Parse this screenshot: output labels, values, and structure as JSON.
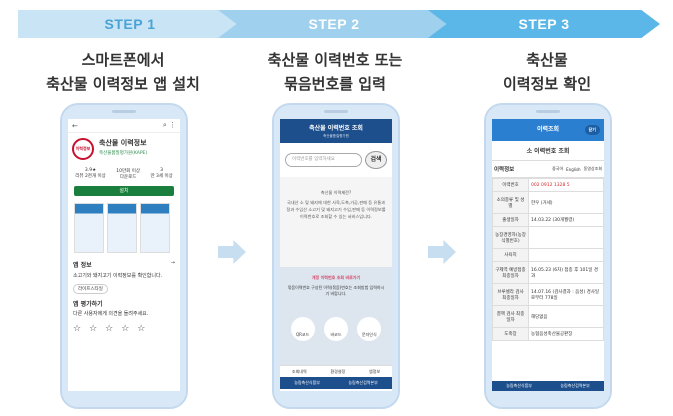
{
  "steps": [
    {
      "label": "STEP 1",
      "caption_line1": "스마트폰에서",
      "caption_line2": "축산물 이력정보 앱 설치"
    },
    {
      "label": "STEP 2",
      "caption_line1": "축산물 이력번호 또는",
      "caption_line2": "묶음번호를 입력"
    },
    {
      "label": "STEP 3",
      "caption_line1": "축산물",
      "caption_line2": "이력정보 확인"
    }
  ],
  "phone1": {
    "logo_text": "이력정보",
    "app_name": "축산물 이력정보",
    "publisher": "축산물품질평가원(KAPE)",
    "stats": [
      {
        "value": "3.9★",
        "label": "리뷰 2천개 이상"
      },
      {
        "value": "10만회 이상",
        "label": "다운로드"
      },
      {
        "value": "3",
        "label": "만 3세 이상"
      }
    ],
    "install_label": "설치",
    "app_info_title": "앱 정보",
    "app_info_desc": "소고기와 돼지고기 이력정보를 확인합니다.",
    "category_chip": "라이프스타일",
    "rate_title": "앱 평가하기",
    "rate_desc": "다른 사용자에게 의견을 들려주세요."
  },
  "phone2": {
    "title": "축산물 이력번호 조회",
    "subtitle": "축산물품질평가원",
    "search_placeholder": "이력번호를 입력하세요",
    "search_button": "검색",
    "intro_title": "축산물 이력제란?",
    "intro_text": "국내산 소 및 돼지에 대한 사육,도축,가공,판매 등 유통과정과 수입산 소고기 및 돼지고기 수입,판매 등 이력정보를 이력번호로 조회할 수 있는 서비스입니다.",
    "panel_title": "개정 이력번호 조회 바로가기",
    "panel_text": "묶음이력번호 구성된 이력(묶음)번호는 조회방법 입력하시기 바랍니다.",
    "icons": [
      "QR코드",
      "바코드",
      "문자인식"
    ],
    "nav": [
      "조회내역",
      "환경설정",
      "앱정보"
    ],
    "footer": [
      "농림축산식품부",
      "농림축산검역본부"
    ]
  },
  "phone3": {
    "title": "이력조회",
    "close_label": "닫기",
    "sub_title": "소 이력번호 조회",
    "tab_title": "이력정보",
    "tabs": [
      "중국어",
      "English",
      "동영상조회"
    ],
    "rows": [
      {
        "k": "이력번호",
        "v": "002 0912 1328 5",
        "accent": "#d62b2b"
      },
      {
        "k": "소의종류 및 성별",
        "v": "한우 (거세)"
      },
      {
        "k": "출생일자",
        "v": "14.03.22 (30개월령)"
      },
      {
        "k": "농장경영자(농장식별번호)",
        "v": ""
      },
      {
        "k": "사육지",
        "v": ""
      },
      {
        "k": "구제역 예방접종 최종일자",
        "v": "16.05.23 (6차) 접종 후 101일 경과"
      },
      {
        "k": "브루셀라 검사 최종일자",
        "v": "14.07.16 (검사결과 : 음성) 경사일로부터 778일"
      },
      {
        "k": "결핵 검사 최종일자",
        "v": "해당없음"
      },
      {
        "k": "도축장",
        "v": "농협음성축산물공판장"
      }
    ],
    "footer": [
      "농림축산식품부",
      "농림축산검역본부"
    ]
  }
}
